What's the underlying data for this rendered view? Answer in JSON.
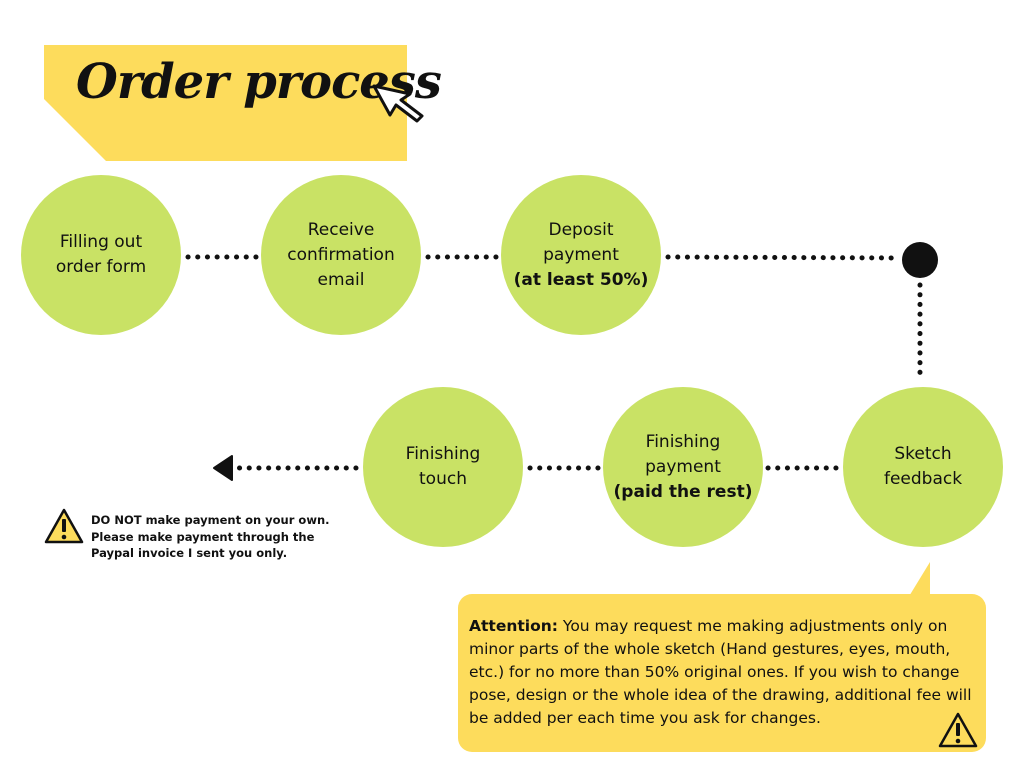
{
  "title": "Order process",
  "colors": {
    "banner": "#fddc5c",
    "circle": "#c9e265",
    "connector": "#111111",
    "callout": "#fddc5c"
  },
  "icons": {
    "title": "mouse-cursor-icon",
    "warning": "warning-triangle-icon"
  },
  "steps": [
    {
      "line1": "Filling out",
      "line2": "order form",
      "emphasis": ""
    },
    {
      "line1": "Receive",
      "line2": "confirmation",
      "line3": "email",
      "emphasis": ""
    },
    {
      "line1": "Deposit",
      "line2": "payment",
      "emphasis": "(at least 50%)"
    },
    {
      "line1": "Sketch",
      "line2": "feedback",
      "emphasis": ""
    },
    {
      "line1": "Finishing",
      "line2": "payment",
      "emphasis": "(paid the rest)"
    },
    {
      "line1": "Finishing",
      "line2": "touch",
      "emphasis": ""
    }
  ],
  "warning_note": "DO NOT make payment on your own.\nPlease make payment through the\nPaypal invoice I sent you only.",
  "attention": {
    "label": "Attention:",
    "text": "You may request me making adjustments only on minor parts of the whole sketch (Hand gestures, eyes, mouth, etc.) for no more than 50% original ones. If you wish to change pose, design or the whole idea of the drawing, additional fee will be added per each time you ask for changes."
  }
}
